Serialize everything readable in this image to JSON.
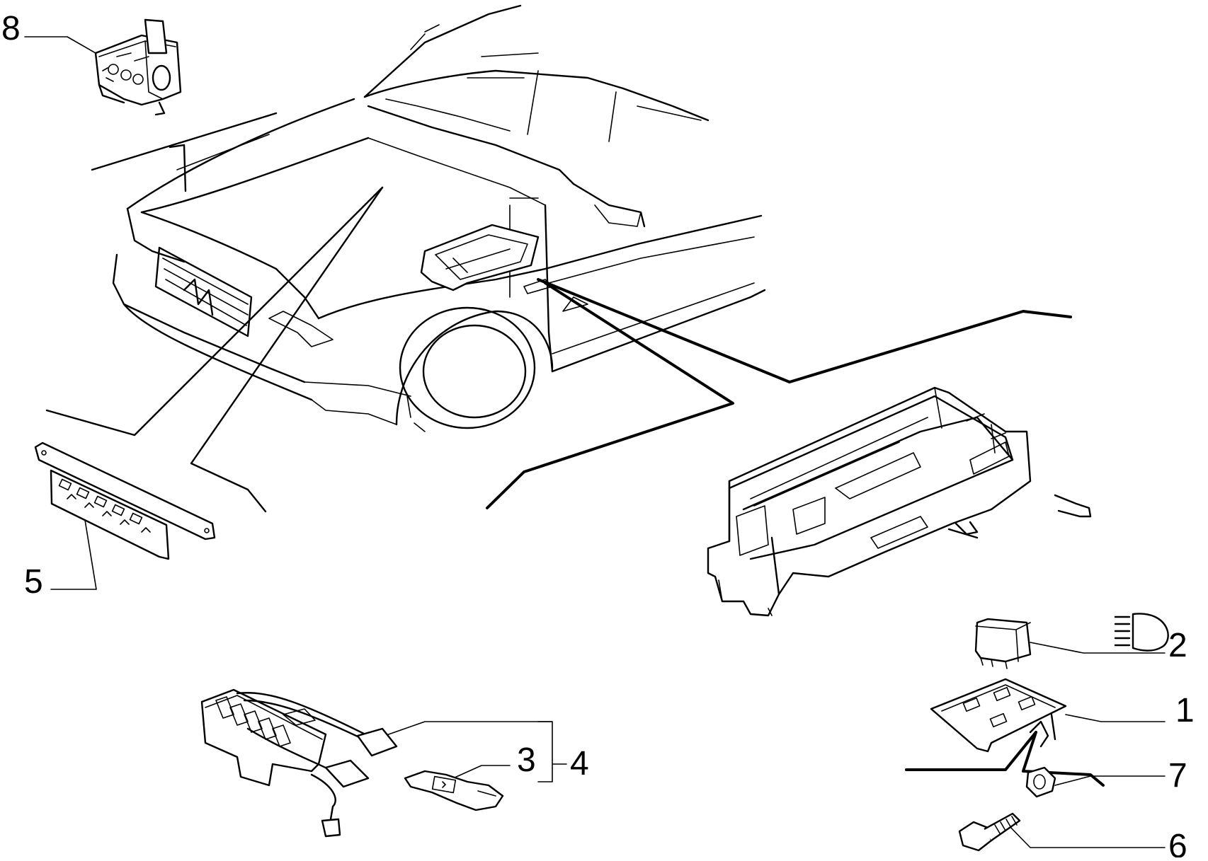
{
  "diagram": {
    "callouts": [
      {
        "id": "1",
        "label": "1"
      },
      {
        "id": "2",
        "label": "2"
      },
      {
        "id": "3",
        "label": "3"
      },
      {
        "id": "4",
        "label": "4"
      },
      {
        "id": "5",
        "label": "5"
      },
      {
        "id": "6",
        "label": "6"
      },
      {
        "id": "7",
        "label": "7"
      },
      {
        "id": "8",
        "label": "8"
      }
    ],
    "parts": [
      {
        "callout": "8",
        "icon": "fuse-box-icon"
      },
      {
        "callout": "5",
        "icon": "fuse-plate-icon"
      },
      {
        "callout": "2",
        "icon": "relay-icon",
        "symbol": "headlight-symbol-icon"
      },
      {
        "callout": "1",
        "icon": "relay-bracket-icon"
      },
      {
        "callout": "7",
        "icon": "nut-icon"
      },
      {
        "callout": "6",
        "icon": "bolt-icon"
      },
      {
        "callout": "3",
        "icon": "fuse-holder-icon"
      },
      {
        "callout": "4",
        "icon": "wiring-connector-icon"
      }
    ],
    "main_illustration": "car-front-icon",
    "detail_illustration": "mounting-frame-icon"
  }
}
